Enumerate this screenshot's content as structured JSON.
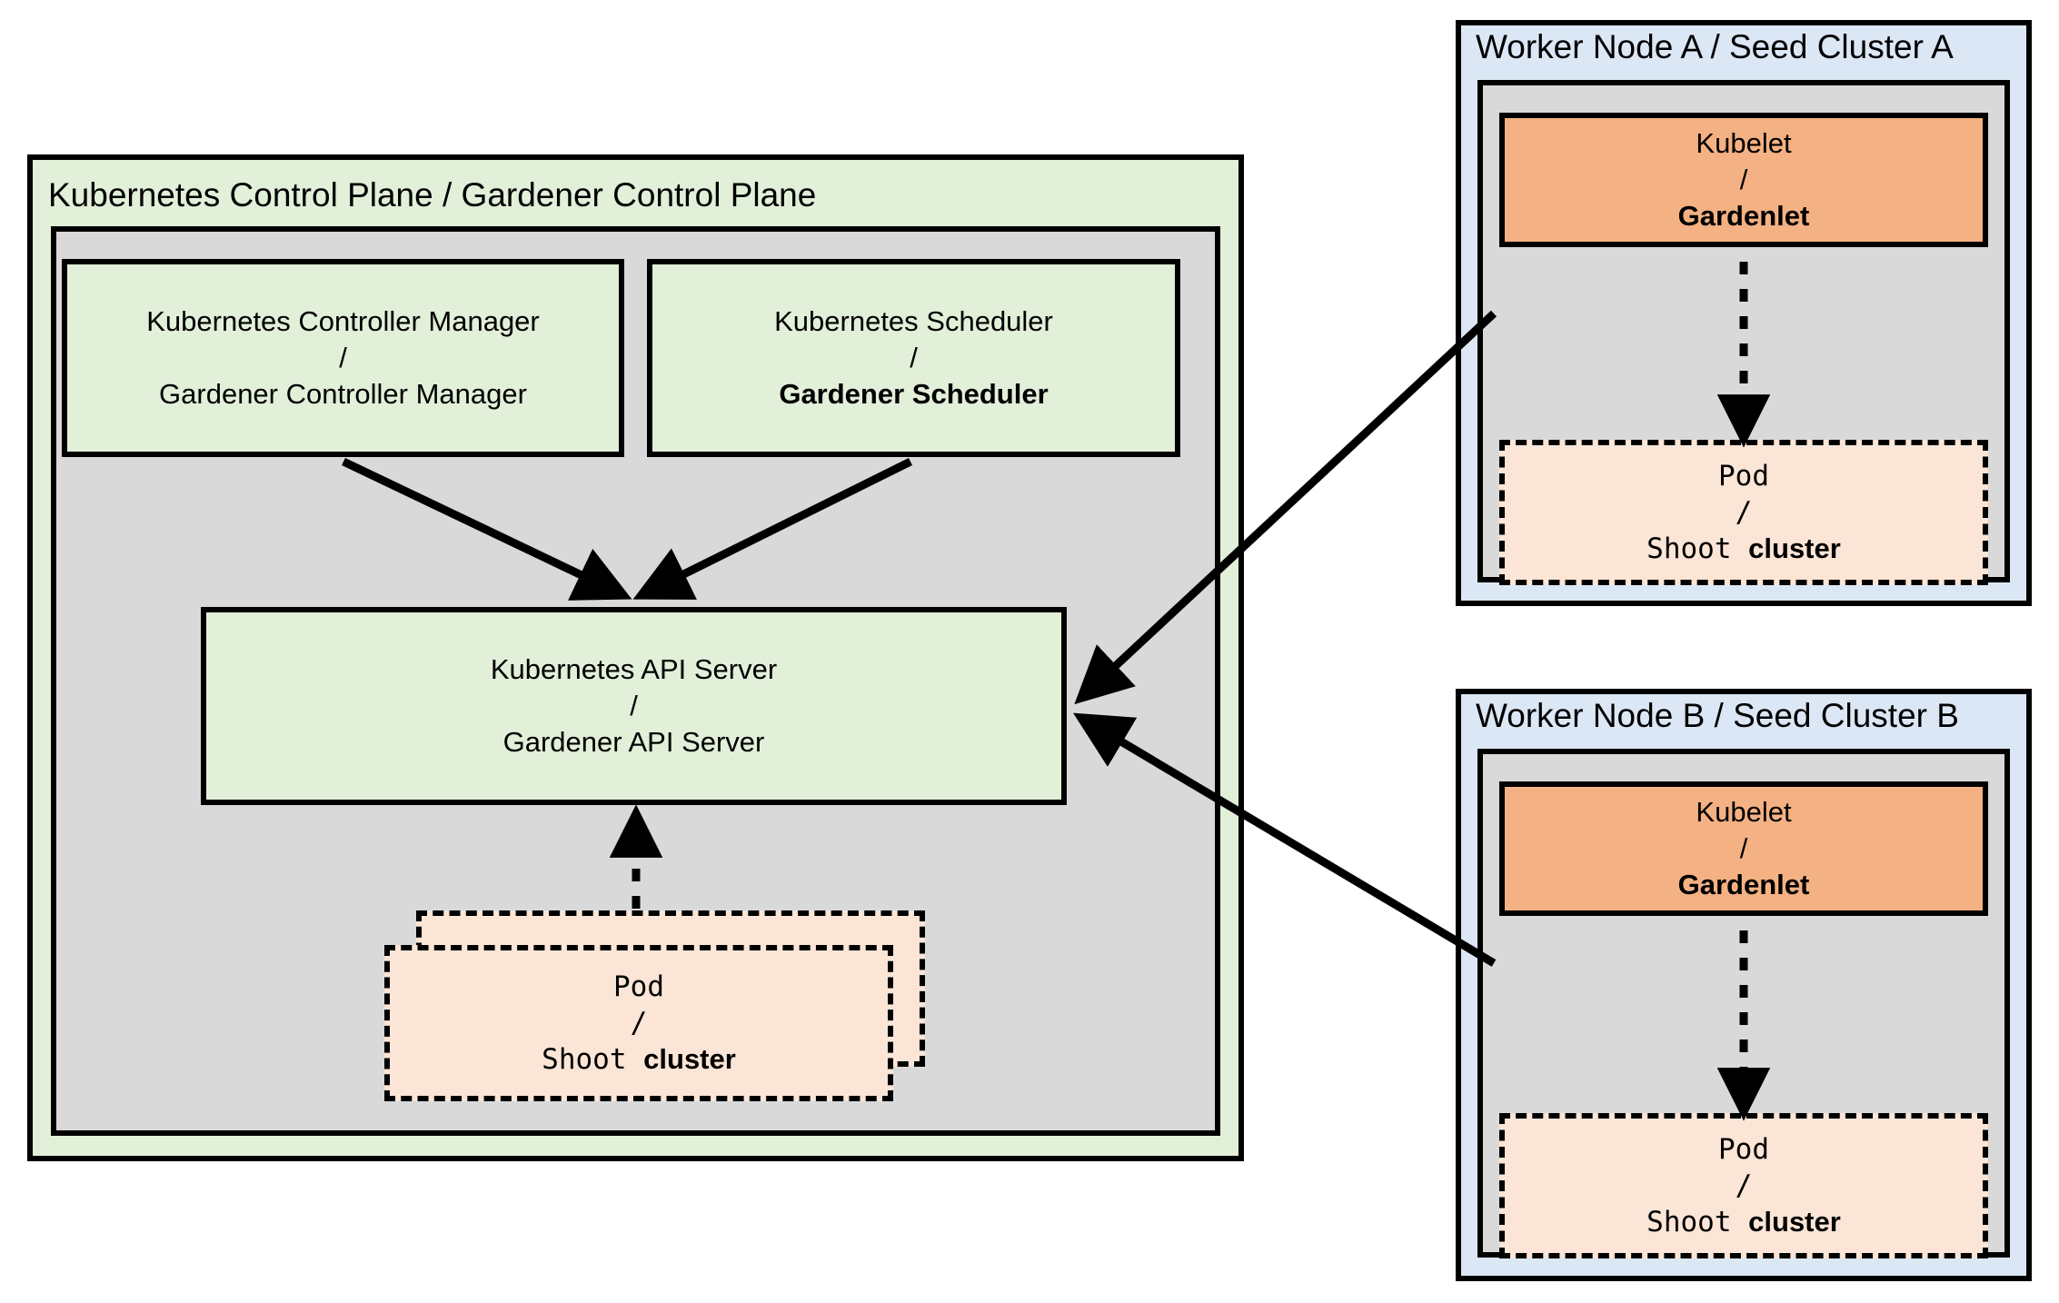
{
  "diagram": {
    "title_control_plane": "Kubernetes Control Plane / Gardener Control Plane",
    "title_worker_a": "Worker Node A / Seed Cluster A",
    "title_worker_b": "Worker Node B / Seed Cluster B",
    "colors": {
      "green_fill": "#e2efd9",
      "grey_fill": "#d9d9d9",
      "blue_fill": "#dce7f5",
      "orange_fill": "#f4b183",
      "pod_fill": "#fbe5d6",
      "stroke": "#000000"
    }
  },
  "control_plane": {
    "controller_manager": {
      "line1": "Kubernetes Controller Manager",
      "separator": "/",
      "line2": "Gardener Controller Manager"
    },
    "scheduler": {
      "line1": "Kubernetes Scheduler",
      "separator": "/",
      "line2": "Gardener Scheduler"
    },
    "api_server": {
      "line1": "Kubernetes API Server",
      "separator": "/",
      "line2": "Gardener API Server"
    },
    "pod": {
      "line1": "Pod",
      "separator": "/",
      "line2_a": "Shoot ",
      "line2_b": "cluster"
    }
  },
  "worker_a": {
    "kubelet": {
      "line1": "Kubelet",
      "separator": "/",
      "line2": "Gardenlet"
    },
    "pod": {
      "line1": "Pod",
      "separator": "/",
      "line2_a": "Shoot ",
      "line2_b": "cluster"
    }
  },
  "worker_b": {
    "kubelet": {
      "line1": "Kubelet",
      "separator": "/",
      "line2": "Gardenlet"
    },
    "pod": {
      "line1": "Pod",
      "separator": "/",
      "line2_a": "Shoot ",
      "line2_b": "cluster"
    }
  }
}
